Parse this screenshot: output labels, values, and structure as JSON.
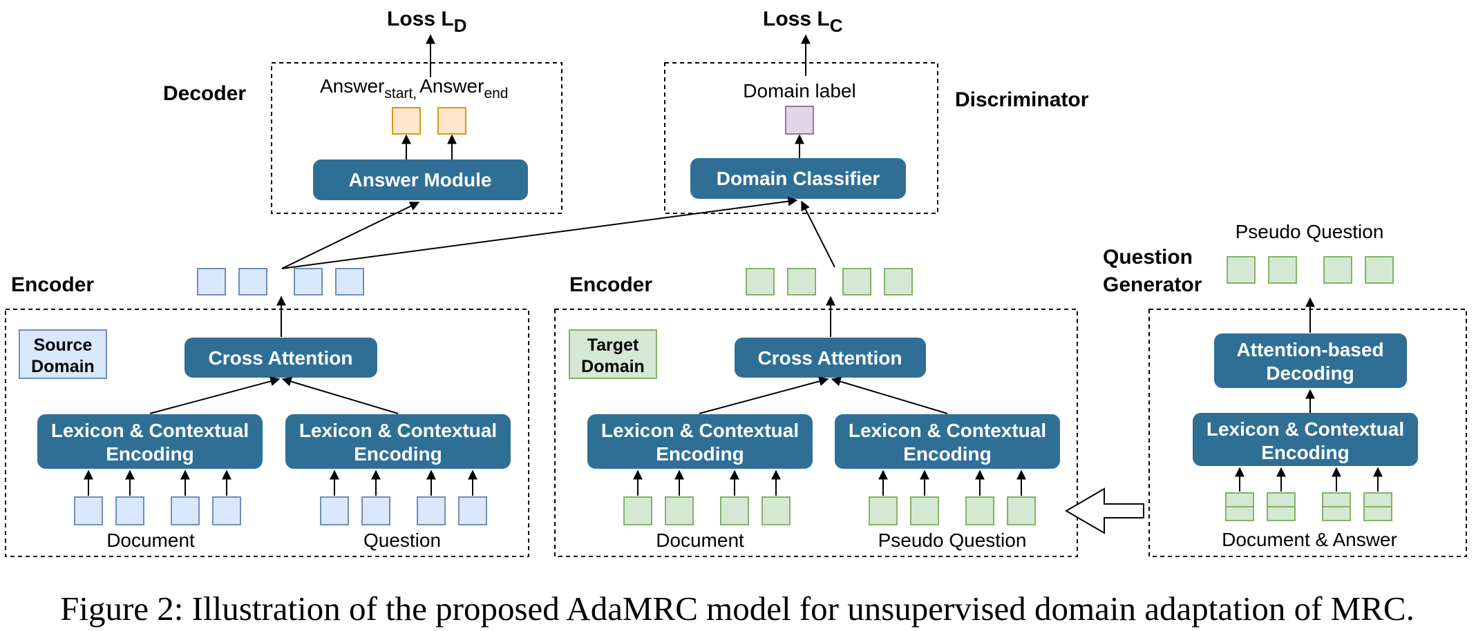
{
  "colors": {
    "module_fill": "#2f6f96",
    "source_fill": "#dae8fc",
    "source_stroke": "#6c8ebf",
    "target_fill": "#d5e8d4",
    "target_stroke": "#82b366",
    "answer_fill": "#ffe6cc",
    "answer_stroke": "#d79b00",
    "domain_fill": "#e1d5e7",
    "domain_stroke": "#9673a6"
  },
  "decoder": {
    "heading": "Decoder",
    "loss_main": "Loss L",
    "loss_sub": "D",
    "answer_start": "Answer",
    "answer_start_sub": "start,",
    "answer_end": "Answer",
    "answer_end_sub": "end",
    "module": "Answer Module"
  },
  "discriminator": {
    "heading": "Discriminator",
    "loss_main": "Loss L",
    "loss_sub": "C",
    "output_label": "Domain label",
    "module": "Domain Classifier"
  },
  "source_encoder": {
    "heading": "Encoder",
    "domain_line1": "Source",
    "domain_line2": "Domain",
    "cross_attention": "Cross Attention",
    "lex_left_line1": "Lexicon & Contextual",
    "lex_left_line2": "Encoding",
    "lex_right_line1": "Lexicon & Contextual",
    "lex_right_line2": "Encoding",
    "input_left": "Document",
    "input_right": "Question"
  },
  "target_encoder": {
    "heading": "Encoder",
    "domain_line1": "Target",
    "domain_line2": "Domain",
    "cross_attention": "Cross Attention",
    "lex_left_line1": "Lexicon & Contextual",
    "lex_left_line2": "Encoding",
    "lex_right_line1": "Lexicon & Contextual",
    "lex_right_line2": "Encoding",
    "input_left": "Document",
    "input_right": "Pseudo Question"
  },
  "question_generator": {
    "heading_line1": "Question",
    "heading_line2": "Generator",
    "output_label": "Pseudo Question",
    "decoding_line1": "Attention-based",
    "decoding_line2": "Decoding",
    "lex_line1": "Lexicon & Contextual",
    "lex_line2": "Encoding",
    "input_label": "Document & Answer"
  },
  "caption": "Figure 2: Illustration of the proposed AdaMRC model for unsupervised domain adaptation of MRC."
}
